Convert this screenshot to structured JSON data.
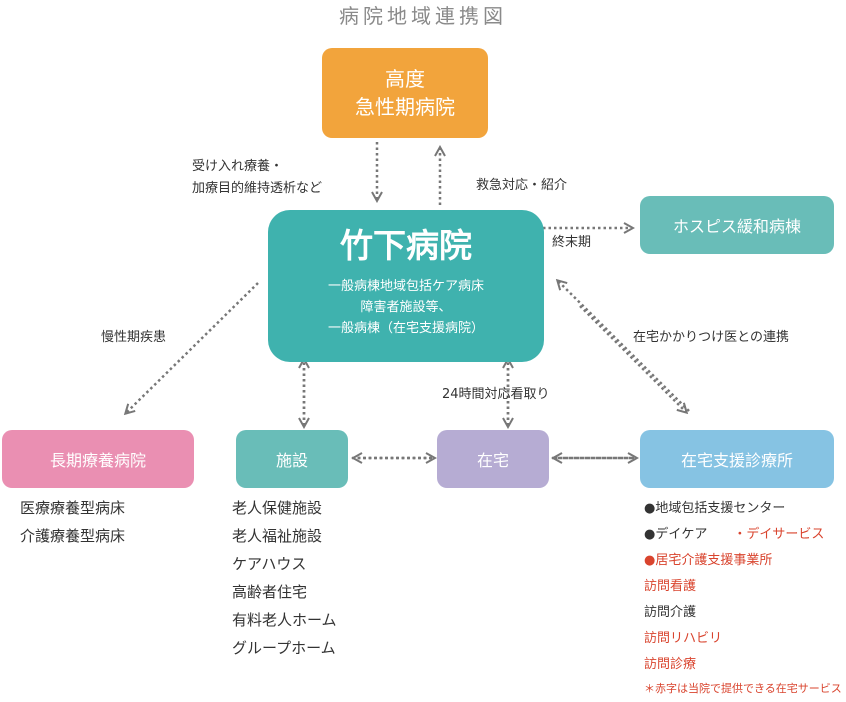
{
  "title": "病院地域連携図",
  "colors": {
    "orange": "#f2a43c",
    "teal": "#3fb2ae",
    "teal_light": "#69bdb8",
    "pink": "#ea8fb2",
    "purple": "#b6acd3",
    "blue": "#86c3e3",
    "red": "#d9442e",
    "arrow": "#777777"
  },
  "nodes": {
    "acute": {
      "line1": "高度",
      "line2": "急性期病院"
    },
    "center": {
      "name": "竹下病院",
      "line1": "一般病棟地域包括ケア病床",
      "line2": "障害者施設等、",
      "line3": "一般病棟（在宅支援病院）"
    },
    "hospice": "ホスピス緩和病棟",
    "longterm": "長期療養病院",
    "facility": "施設",
    "home": "在宅",
    "clinic": "在宅支援診療所"
  },
  "edge_labels": {
    "accept": [
      "受け入れ療養・",
      "加療目的維持透析など"
    ],
    "emergency": "救急対応・紹介",
    "terminal": "終末期",
    "chronic": "慢性期疾患",
    "home_care": "在宅かかりつけ医との連携",
    "watch": "24時間対応看取り"
  },
  "longterm_list": [
    "医療療養型病床",
    "介護療養型病床"
  ],
  "facility_list": [
    "老人保健施設",
    "老人福祉施設",
    "ケアハウス",
    "高齢者住宅",
    "有料老人ホーム",
    "グループホーム"
  ],
  "clinic_services": {
    "bullet_black": "●",
    "bullet_red": "●",
    "item1": "地域包括支援センター",
    "item2": "デイケア",
    "item2b": "・デイサービス",
    "item3": "居宅介護支援事業所",
    "item4": "訪問看護",
    "item5": "訪問介護",
    "item6": "訪問リハビリ",
    "item7": "訪問診療",
    "note": "＊赤字は当院で提供できる在宅サービス"
  }
}
